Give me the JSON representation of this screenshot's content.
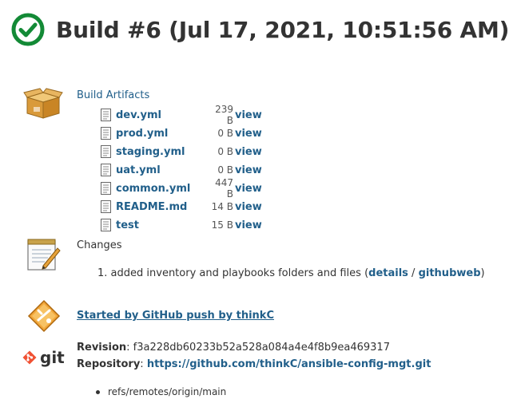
{
  "header": {
    "title": "Build #6 (Jul 17, 2021, 10:51:56 AM)",
    "status_icon": "success-check-icon",
    "status_color": "#138a36"
  },
  "artifacts": {
    "heading": "Build Artifacts",
    "icon": "package-icon",
    "files": [
      {
        "name": "dev.yml",
        "size": "239 B",
        "view": "view"
      },
      {
        "name": "prod.yml",
        "size": "0 B",
        "view": "view"
      },
      {
        "name": "staging.yml",
        "size": "0 B",
        "view": "view"
      },
      {
        "name": "uat.yml",
        "size": "0 B",
        "view": "view"
      },
      {
        "name": "common.yml",
        "size": "447 B",
        "view": "view"
      },
      {
        "name": "README.md",
        "size": "14 B",
        "view": "view"
      },
      {
        "name": "test",
        "size": "15 B",
        "view": "view"
      }
    ]
  },
  "changes": {
    "heading": "Changes",
    "icon": "notepad-icon",
    "items": [
      {
        "number": "1.",
        "message": "added inventory and playbooks folders and files",
        "open": "(",
        "details": "details",
        "sep": "/",
        "web": "githubweb",
        "close": ")"
      }
    ]
  },
  "cause": {
    "icon": "github-push-icon",
    "text": "Started by GitHub push by thinkC"
  },
  "git": {
    "icon": "git-logo-icon",
    "logo_text": "git",
    "revision_label": "Revision",
    "revision": "f3a228db60233b52a528a084a4e4f8b9ea469317",
    "repository_label": "Repository",
    "repository": "https://github.com/thinkC/ansible-config-mgt.git",
    "branches": [
      "refs/remotes/origin/main"
    ]
  },
  "colors": {
    "link": "#215f8a",
    "text": "#333333",
    "success": "#138a36"
  }
}
